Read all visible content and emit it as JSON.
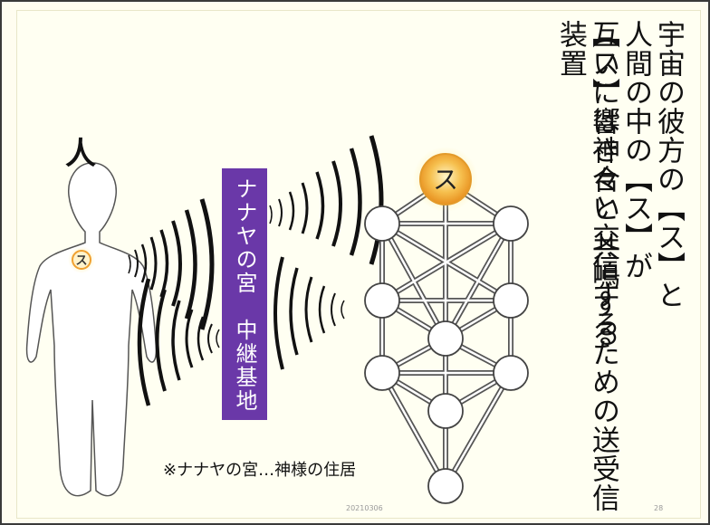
{
  "slide": {
    "human_label": "人",
    "chest_symbol": "ス",
    "top_symbol": "ス",
    "bar_text": "ナナヤの宮　中継基地",
    "vertical_lines": [
      "宇宙の彼方の【ス】と",
      "人間の中の【ス】が",
      "互いに響き合い 共鳴する",
      "【ス】は神々と交信するための送受信装置"
    ],
    "note": "※ナナヤの宮…神様の住居",
    "date": "20210306",
    "page_number": "28"
  },
  "colors": {
    "bar": "#6a38a8",
    "orb": "#f2b43a",
    "chest_circle": "#f6c04f"
  }
}
